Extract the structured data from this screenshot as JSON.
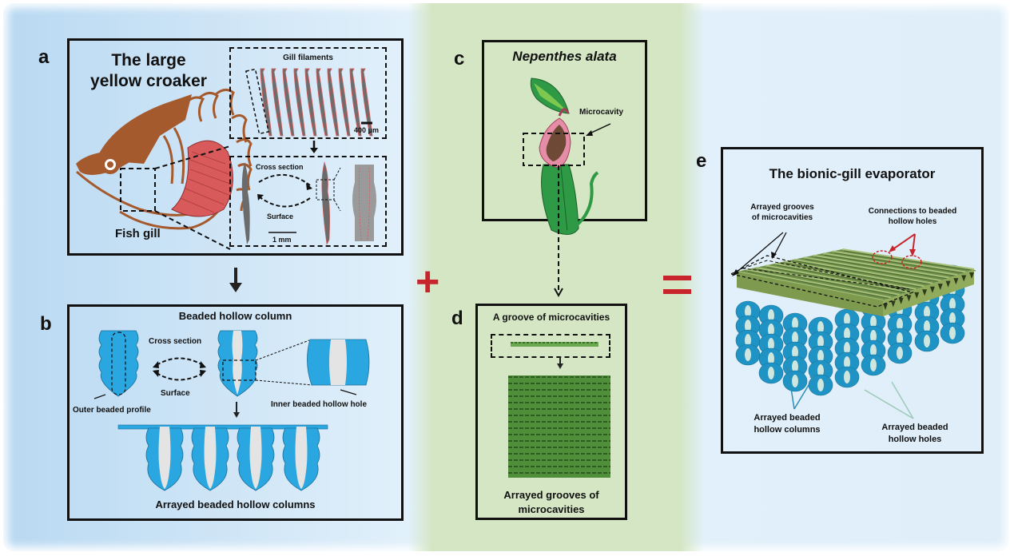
{
  "figure": {
    "operators": {
      "plus": "+",
      "equals": "="
    },
    "colors": {
      "accent_red": "#c8242b",
      "column_blue": "#2aa7e0",
      "hollow_gray": "#e4e4e4",
      "leaf_green": "#2e9a45",
      "groove_green": "#4f8f3a",
      "gill_red": "#d95a5a",
      "fish_brown": "#a55a2e",
      "band_green": "#d4e6c4"
    }
  },
  "panel_a": {
    "letter": "a",
    "title_line1": "The large",
    "title_line2": "yellow croaker",
    "fish_label": "Fish gill",
    "gill_filaments_label": "Gill filaments",
    "scale_top": "400 μm",
    "cross_section": "Cross section",
    "surface": "Surface",
    "scale_bottom": "1 mm"
  },
  "panel_b": {
    "letter": "b",
    "title": "Beaded hollow column",
    "cross_section": "Cross section",
    "surface": "Surface",
    "outer_profile": "Outer beaded profile",
    "inner_hole": "Inner beaded hollow hole",
    "caption": "Arrayed beaded hollow columns"
  },
  "panel_c": {
    "letter": "c",
    "title": "Nepenthes alata",
    "microcavity": "Microcavity"
  },
  "panel_d": {
    "letter": "d",
    "title": "A groove of microcavities",
    "caption_line1": "Arrayed grooves of",
    "caption_line2": "microcavities"
  },
  "panel_e": {
    "letter": "e",
    "title": "The bionic-gill evaporator",
    "grooves_line1": "Arrayed grooves",
    "grooves_line2": "of microcavities",
    "connections_line1": "Connections to beaded",
    "connections_line2": "hollow holes",
    "columns_line1": "Arrayed beaded",
    "columns_line2": "hollow columns",
    "holes_line1": "Arrayed beaded",
    "holes_line2": "hollow holes"
  }
}
